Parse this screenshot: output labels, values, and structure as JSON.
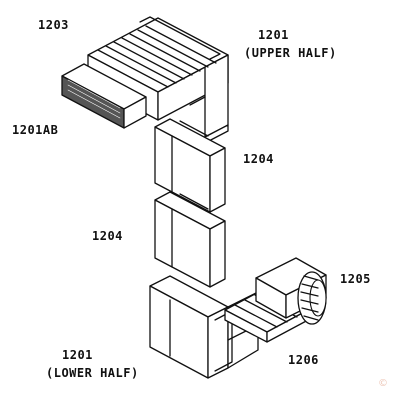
{
  "labels": {
    "p1203": "1203",
    "p1201_upper_num": "1201",
    "p1201_upper_sub": "(UPPER HALF)",
    "p1201ab": "1201AB",
    "p1204_a": "1204",
    "p1204_b": "1204",
    "p1205": "1205",
    "p1206": "1206",
    "p1201_lower_num": "1201",
    "p1201_lower_sub": "(LOWER HALF)"
  },
  "watermark": "©",
  "colors": {
    "ink": "#111111",
    "paper": "#ffffff",
    "shade": "#555555",
    "watermark": "#e8b9a6"
  }
}
